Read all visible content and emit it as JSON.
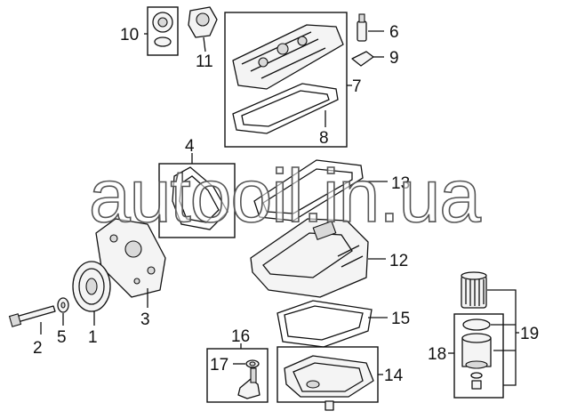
{
  "watermark": "autooil.in.ua",
  "callouts": {
    "c1": "1",
    "c2": "2",
    "c3": "3",
    "c4": "4",
    "c5": "5",
    "c6": "6",
    "c7": "7",
    "c8": "8",
    "c9": "9",
    "c10": "10",
    "c11": "11",
    "c12": "12",
    "c13": "13",
    "c14": "14",
    "c15": "15",
    "c16": "16",
    "c17": "17",
    "c18": "18",
    "c19": "19"
  },
  "colors": {
    "line": "#111111",
    "watermark_outline": "#555555",
    "background": "#ffffff"
  }
}
